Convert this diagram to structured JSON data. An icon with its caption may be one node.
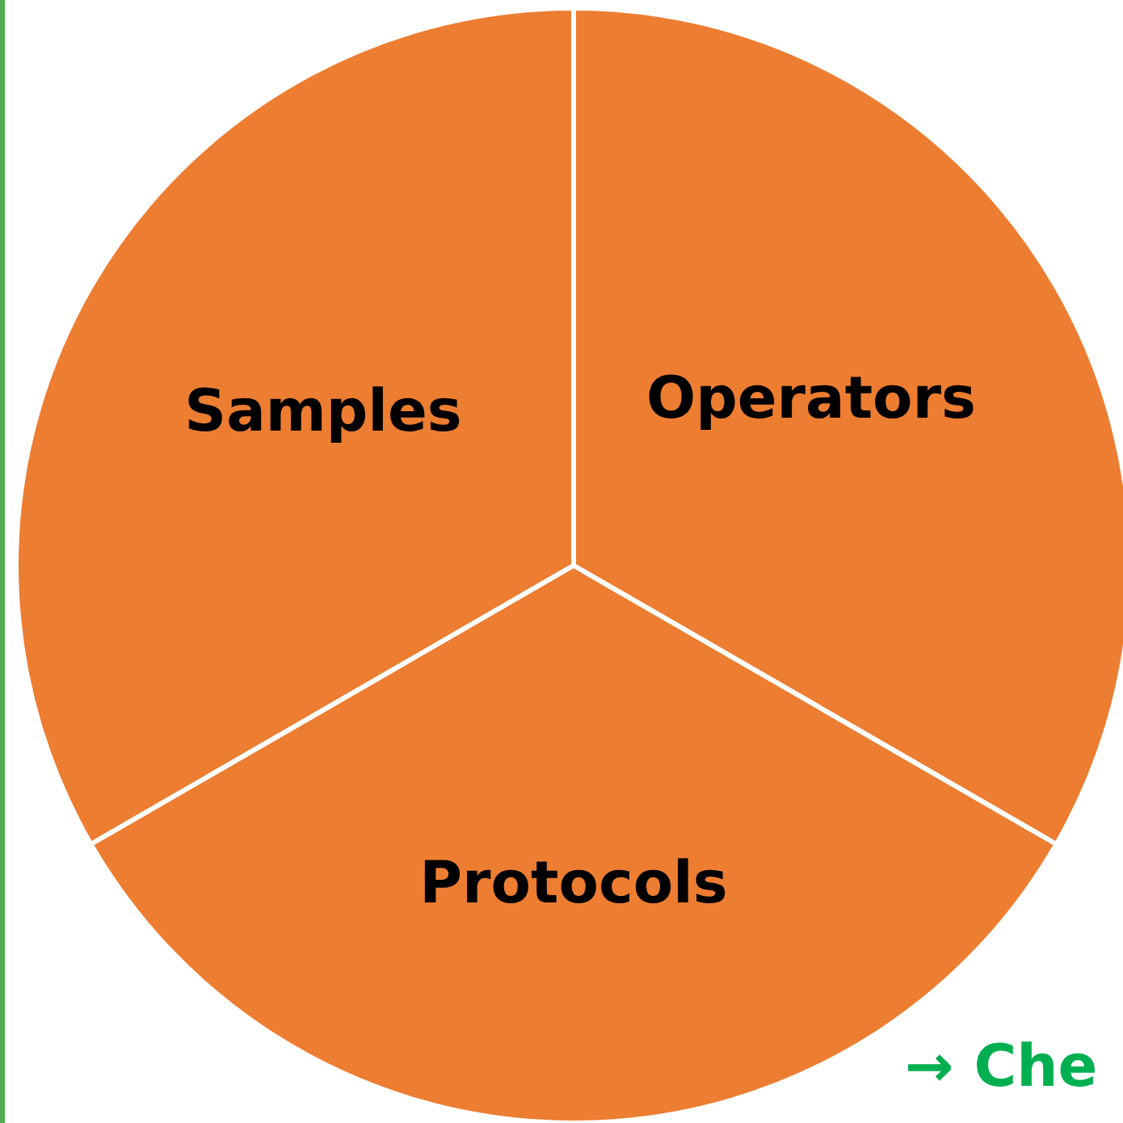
{
  "diagram": {
    "nodes": [
      {
        "text": [
          "Samples"
        ]
      },
      {
        "text": [
          "Operators"
        ]
      },
      {
        "text": [
          "Protocols"
        ]
      }
    ],
    "labels": [
      "→ Che"
    ]
  }
}
